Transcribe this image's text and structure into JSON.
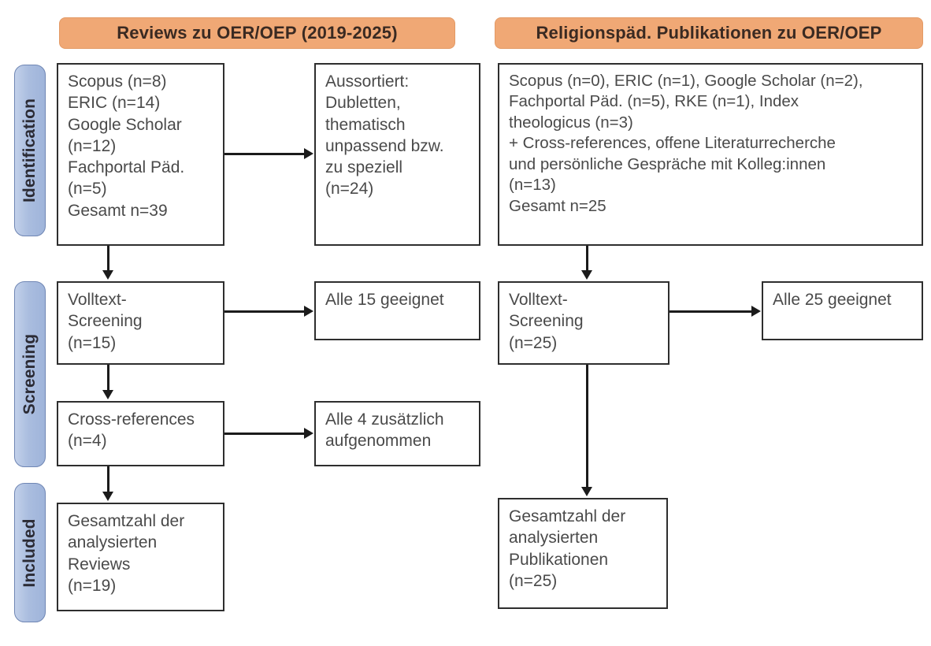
{
  "stages": [
    {
      "id": "identification",
      "label": "Identification"
    },
    {
      "id": "screening",
      "label": "Screening"
    },
    {
      "id": "included",
      "label": "Included"
    }
  ],
  "columns": [
    {
      "id": "reviews",
      "header": "Reviews zu OER/OEP (2019-2025)"
    },
    {
      "id": "religionspaed",
      "header": "Religionspäd. Publikationen zu OER/OEP"
    }
  ],
  "boxes": {
    "left_identification_sources": "Scopus (n=8)\nERIC (n=14)\nGoogle Scholar\n(n=12)\nFachportal Päd.\n(n=5)\nGesamt n=39",
    "left_identification_excluded": "Aussortiert:\nDubletten,\nthematisch\nunpassend bzw.\nzu speziell\n(n=24)",
    "left_screening_fulltext": "Volltext-\nScreening\n(n=15)",
    "left_screening_fulltext_result": "Alle 15 geeignet",
    "left_screening_crossrefs": "Cross-references\n(n=4)",
    "left_screening_crossrefs_result": "Alle 4 zusätzlich\naufgenommen",
    "left_included_total": "Gesamtzahl der\nanalysierten\nReviews\n(n=19)",
    "right_identification_sources": "Scopus (n=0), ERIC (n=1), Google Scholar (n=2),\nFachportal Päd. (n=5), RKE (n=1), Index\ntheologicus (n=3)\n+ Cross-references, offene Literaturrecherche\nund persönliche Gespräche mit Kolleg:innen\n(n=13)\nGesamt n=25",
    "right_screening_fulltext": "Volltext-\nScreening\n(n=25)",
    "right_screening_fulltext_result": "Alle 25 geeignet",
    "right_included_total": "Gesamtzahl der\nanalysierten\nPublikationen\n(n=25)"
  },
  "colors": {
    "header_banner": "#f0a875",
    "stage_pill": "#aabddf",
    "box_border": "#2e2e2e",
    "connector": "#1b1b1b",
    "text": "#4a4a4a"
  },
  "counts": {
    "left_scopus": 8,
    "left_eric": 14,
    "left_google_scholar": 12,
    "left_fachportal": 5,
    "left_gesamt": 39,
    "left_excluded": 24,
    "left_fulltext_screening": 15,
    "left_fulltext_suitable": 15,
    "left_crossrefs": 4,
    "left_crossrefs_added": 4,
    "left_included": 19,
    "right_scopus": 0,
    "right_eric": 1,
    "right_google_scholar": 2,
    "right_fachportal": 5,
    "right_rke": 1,
    "right_index_theologicus": 3,
    "right_additional": 13,
    "right_gesamt": 25,
    "right_fulltext_screening": 25,
    "right_fulltext_suitable": 25,
    "right_included": 25
  }
}
